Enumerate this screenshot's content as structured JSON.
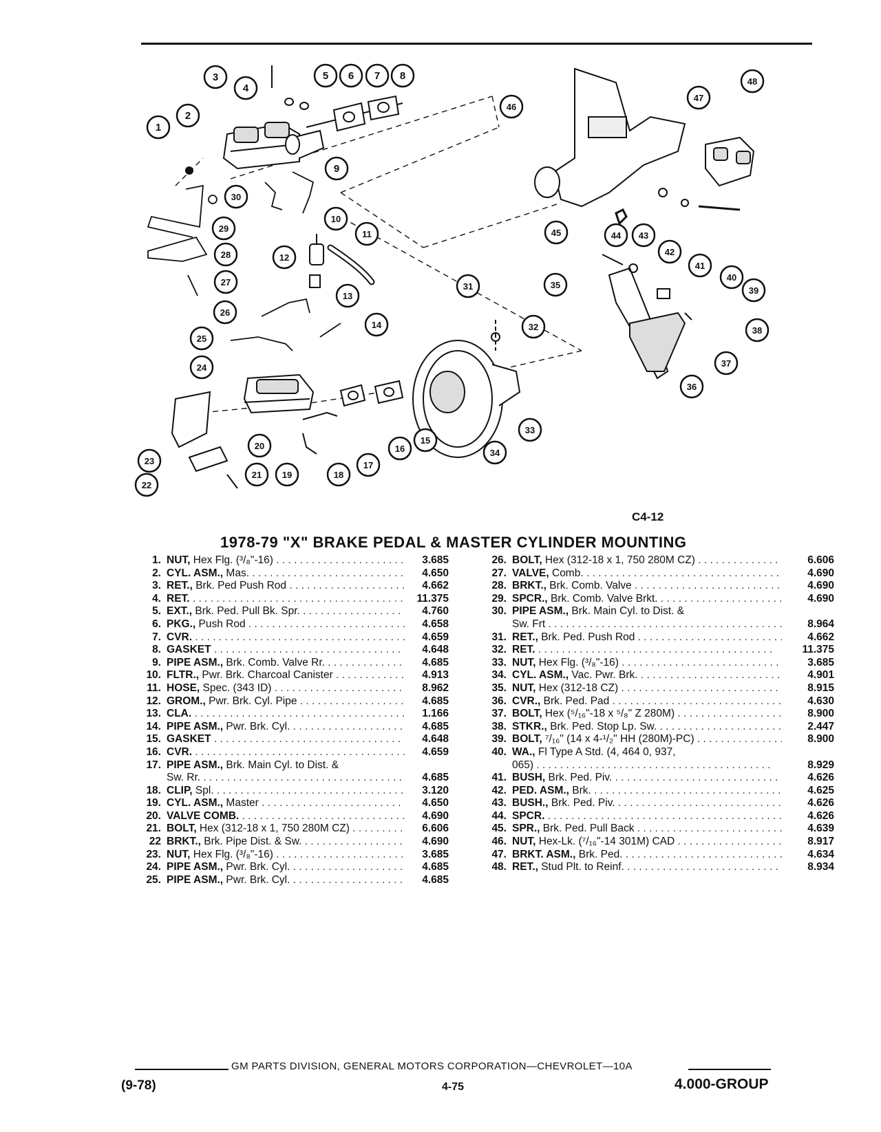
{
  "figure_code": "C4-12",
  "title": "1978-79 \"X\" BRAKE PEDAL & MASTER CYLINDER MOUNTING",
  "callouts": [
    "1",
    "2",
    "3",
    "4",
    "5",
    "6",
    "7",
    "8",
    "9",
    "10",
    "11",
    "12",
    "13",
    "14",
    "15",
    "16",
    "17",
    "18",
    "19",
    "20",
    "21",
    "22",
    "23",
    "24",
    "25",
    "26",
    "27",
    "28",
    "29",
    "30",
    "31",
    "32",
    "33",
    "34",
    "35",
    "36",
    "37",
    "38",
    "39",
    "40",
    "41",
    "42",
    "43",
    "44",
    "45",
    "46",
    "47",
    "48"
  ],
  "parts_left": [
    {
      "num": "1.",
      "name": "NUT,",
      "desc": " Hex Flg. (³/₈\"-16)",
      "part": "3.685"
    },
    {
      "num": "2.",
      "name": "CYL. ASM.,",
      "desc": " Mas.",
      "part": "4.650"
    },
    {
      "num": "3.",
      "name": "RET.,",
      "desc": " Brk. Ped Push Rod",
      "part": "4.662"
    },
    {
      "num": "4.",
      "name": "RET.",
      "desc": "",
      "part": "11.375"
    },
    {
      "num": "5.",
      "name": "EXT.,",
      "desc": " Brk. Ped. Pull Bk. Spr.",
      "part": "4.760"
    },
    {
      "num": "6.",
      "name": "PKG.,",
      "desc": " Push Rod",
      "part": "4.658"
    },
    {
      "num": "7.",
      "name": "CVR.",
      "desc": "",
      "part": "4.659"
    },
    {
      "num": "8.",
      "name": "GASKET",
      "desc": "",
      "part": "4.648"
    },
    {
      "num": "9.",
      "name": "PIPE ASM.,",
      "desc": " Brk. Comb. Valve Rr.",
      "part": "4.685"
    },
    {
      "num": "10.",
      "name": "FLTR.,",
      "desc": " Pwr. Brk. Charcoal Canister",
      "part": "4.913"
    },
    {
      "num": "11.",
      "name": "HOSE,",
      "desc": " Spec. (343 ID)",
      "part": "8.962"
    },
    {
      "num": "12.",
      "name": "GROM.,",
      "desc": " Pwr. Brk. Cyl. Pipe",
      "part": "4.685"
    },
    {
      "num": "13.",
      "name": "CLA.",
      "desc": "",
      "part": "1.166"
    },
    {
      "num": "14.",
      "name": "PIPE ASM.,",
      "desc": " Pwr. Brk. Cyl.",
      "part": "4.685"
    },
    {
      "num": "15.",
      "name": "GASKET",
      "desc": "",
      "part": "4.648"
    },
    {
      "num": "16.",
      "name": "CVR.",
      "desc": "",
      "part": "4.659"
    },
    {
      "num": "17.",
      "name": "PIPE ASM.,",
      "desc": " Brk. Main Cyl. to Dist. &",
      "part": "",
      "cont": "Sw. Rr.",
      "cont_part": "4.685"
    },
    {
      "num": "18.",
      "name": "CLIP,",
      "desc": " Spl.",
      "part": "3.120"
    },
    {
      "num": "19.",
      "name": "CYL. ASM.,",
      "desc": " Master",
      "part": "4.650"
    },
    {
      "num": "20.",
      "name": "VALVE COMB.",
      "desc": "",
      "part": "4.690"
    },
    {
      "num": "21.",
      "name": "BOLT,",
      "desc": " Hex (312-18 x 1, 750 280M CZ)",
      "part": "6.606"
    },
    {
      "num": "22",
      "name": "BRKT.,",
      "desc": " Brk. Pipe Dist. & Sw.",
      "part": "4.690"
    },
    {
      "num": "23.",
      "name": "NUT,",
      "desc": " Hex Flg. (³/₈\"-16)",
      "part": "3.685"
    },
    {
      "num": "24.",
      "name": "PIPE ASM.,",
      "desc": " Pwr. Brk. Cyl.",
      "part": "4.685"
    },
    {
      "num": "25.",
      "name": "PIPE ASM.,",
      "desc": " Pwr. Brk. Cyl.",
      "part": "4.685"
    }
  ],
  "parts_right": [
    {
      "num": "26.",
      "name": "BOLT,",
      "desc": " Hex (312-18 x 1, 750 280M CZ)",
      "part": "6.606"
    },
    {
      "num": "27.",
      "name": "VALVE,",
      "desc": " Comb.",
      "part": "4.690"
    },
    {
      "num": "28.",
      "name": "BRKT.,",
      "desc": " Brk. Comb. Valve",
      "part": "4.690"
    },
    {
      "num": "29.",
      "name": "SPCR.,",
      "desc": " Brk. Comb. Valve Brkt.",
      "part": "4.690"
    },
    {
      "num": "30.",
      "name": "PIPE ASM.,",
      "desc": " Brk. Main Cyl. to Dist. &",
      "part": "",
      "cont": "Sw. Frt",
      "cont_part": "8.964"
    },
    {
      "num": "31.",
      "name": "RET.,",
      "desc": " Brk. Ped. Push Rod",
      "part": "4.662"
    },
    {
      "num": "32.",
      "name": "RET.",
      "desc": "",
      "part": "11.375"
    },
    {
      "num": "33.",
      "name": "NUT,",
      "desc": " Hex Flg. (³/₈\"-16)",
      "part": "3.685"
    },
    {
      "num": "34.",
      "name": "CYL. ASM.,",
      "desc": " Vac. Pwr. Brk.",
      "part": "4.901"
    },
    {
      "num": "35.",
      "name": "NUT,",
      "desc": " Hex (312-18 CZ)",
      "part": "8.915"
    },
    {
      "num": "36.",
      "name": "CVR.,",
      "desc": " Brk. Ped. Pad",
      "part": "4.630"
    },
    {
      "num": "37.",
      "name": "BOLT,",
      "desc": " Hex (⁵/₁₆\"-18 x ⁵/₈\" Z 280M)",
      "part": "8.900"
    },
    {
      "num": "38.",
      "name": "STKR.,",
      "desc": " Brk. Ped. Stop Lp. Sw.",
      "part": "2.447"
    },
    {
      "num": "39.",
      "name": "BOLT,",
      "desc": " ⁷/₁₆\" (14 x 4-¹/₂\" HH (280M)-PC)",
      "part": "8.900"
    },
    {
      "num": "40.",
      "name": "WA.,",
      "desc": " Fl Type A Std. (4, 464 0, 937,",
      "part": "",
      "cont": "065)",
      "cont_part": "8.929"
    },
    {
      "num": "41.",
      "name": "BUSH,",
      "desc": " Brk. Ped. Piv.",
      "part": "4.626"
    },
    {
      "num": "42.",
      "name": "PED. ASM.,",
      "desc": " Brk.",
      "part": "4.625"
    },
    {
      "num": "43.",
      "name": "BUSH.,",
      "desc": " Brk. Ped. Piv.",
      "part": "4.626"
    },
    {
      "num": "44.",
      "name": "SPCR.",
      "desc": "",
      "part": "4.626"
    },
    {
      "num": "45.",
      "name": "SPR.,",
      "desc": " Brk. Ped. Pull Back",
      "part": "4.639"
    },
    {
      "num": "46.",
      "name": "NUT,",
      "desc": " Hex-Lk. (⁷/₁₆\"-14 301M) CAD",
      "part": "8.917"
    },
    {
      "num": "47.",
      "name": "BRKT. ASM.,",
      "desc": " Brk. Ped.",
      "part": "4.634"
    },
    {
      "num": "48.",
      "name": "RET.,",
      "desc": " Stud Plt. to Reinf.",
      "part": "8.934"
    }
  ],
  "footer": {
    "publisher": "GM PARTS DIVISION, GENERAL MOTORS CORPORATION—CHEVROLET—10A",
    "date": "(9-78)",
    "page": "4-75",
    "group": "4.000-GROUP"
  }
}
